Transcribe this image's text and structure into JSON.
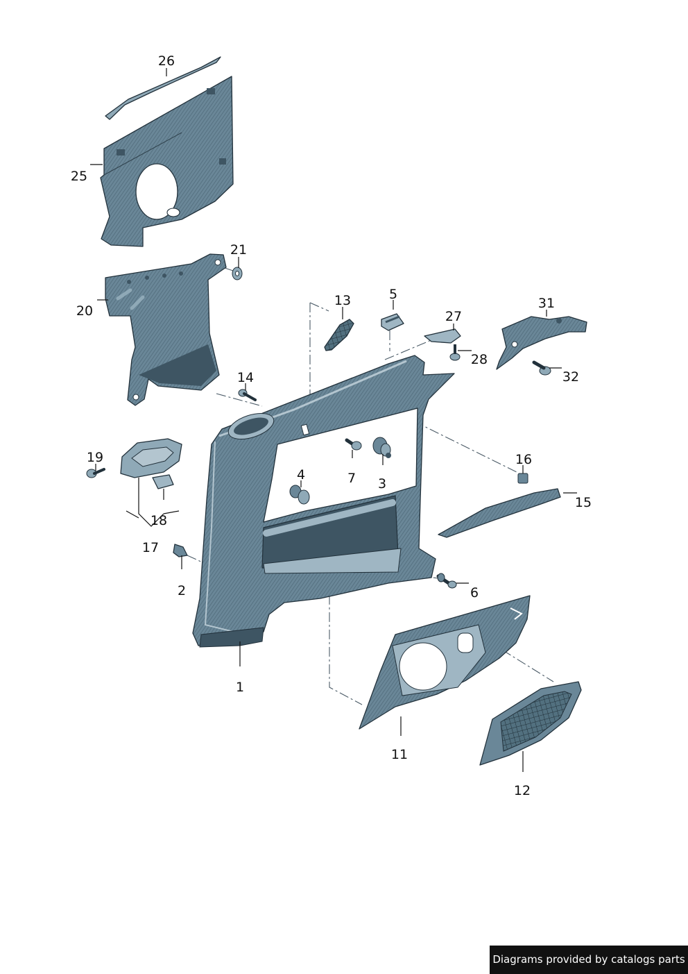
{
  "diagram": {
    "part_numbers": {
      "p1": "1",
      "p2": "2",
      "p3": "3",
      "p4": "4",
      "p5": "5",
      "p6": "6",
      "p7": "7",
      "p11": "11",
      "p12": "12",
      "p13": "13",
      "p14": "14",
      "p15": "15",
      "p16": "16",
      "p17": "17",
      "p18": "18",
      "p19": "19",
      "p20": "20",
      "p21": "21",
      "p25": "25",
      "p26": "26",
      "p27": "27",
      "p28": "28",
      "p31": "31",
      "p32": "32"
    },
    "colors": {
      "part_fill": "#5f7d8e",
      "part_light": "#8fa9b7",
      "part_dark": "#3e5563",
      "outline": "#22313b"
    }
  },
  "footer": {
    "credit": "Diagrams provided by catalogs parts"
  }
}
